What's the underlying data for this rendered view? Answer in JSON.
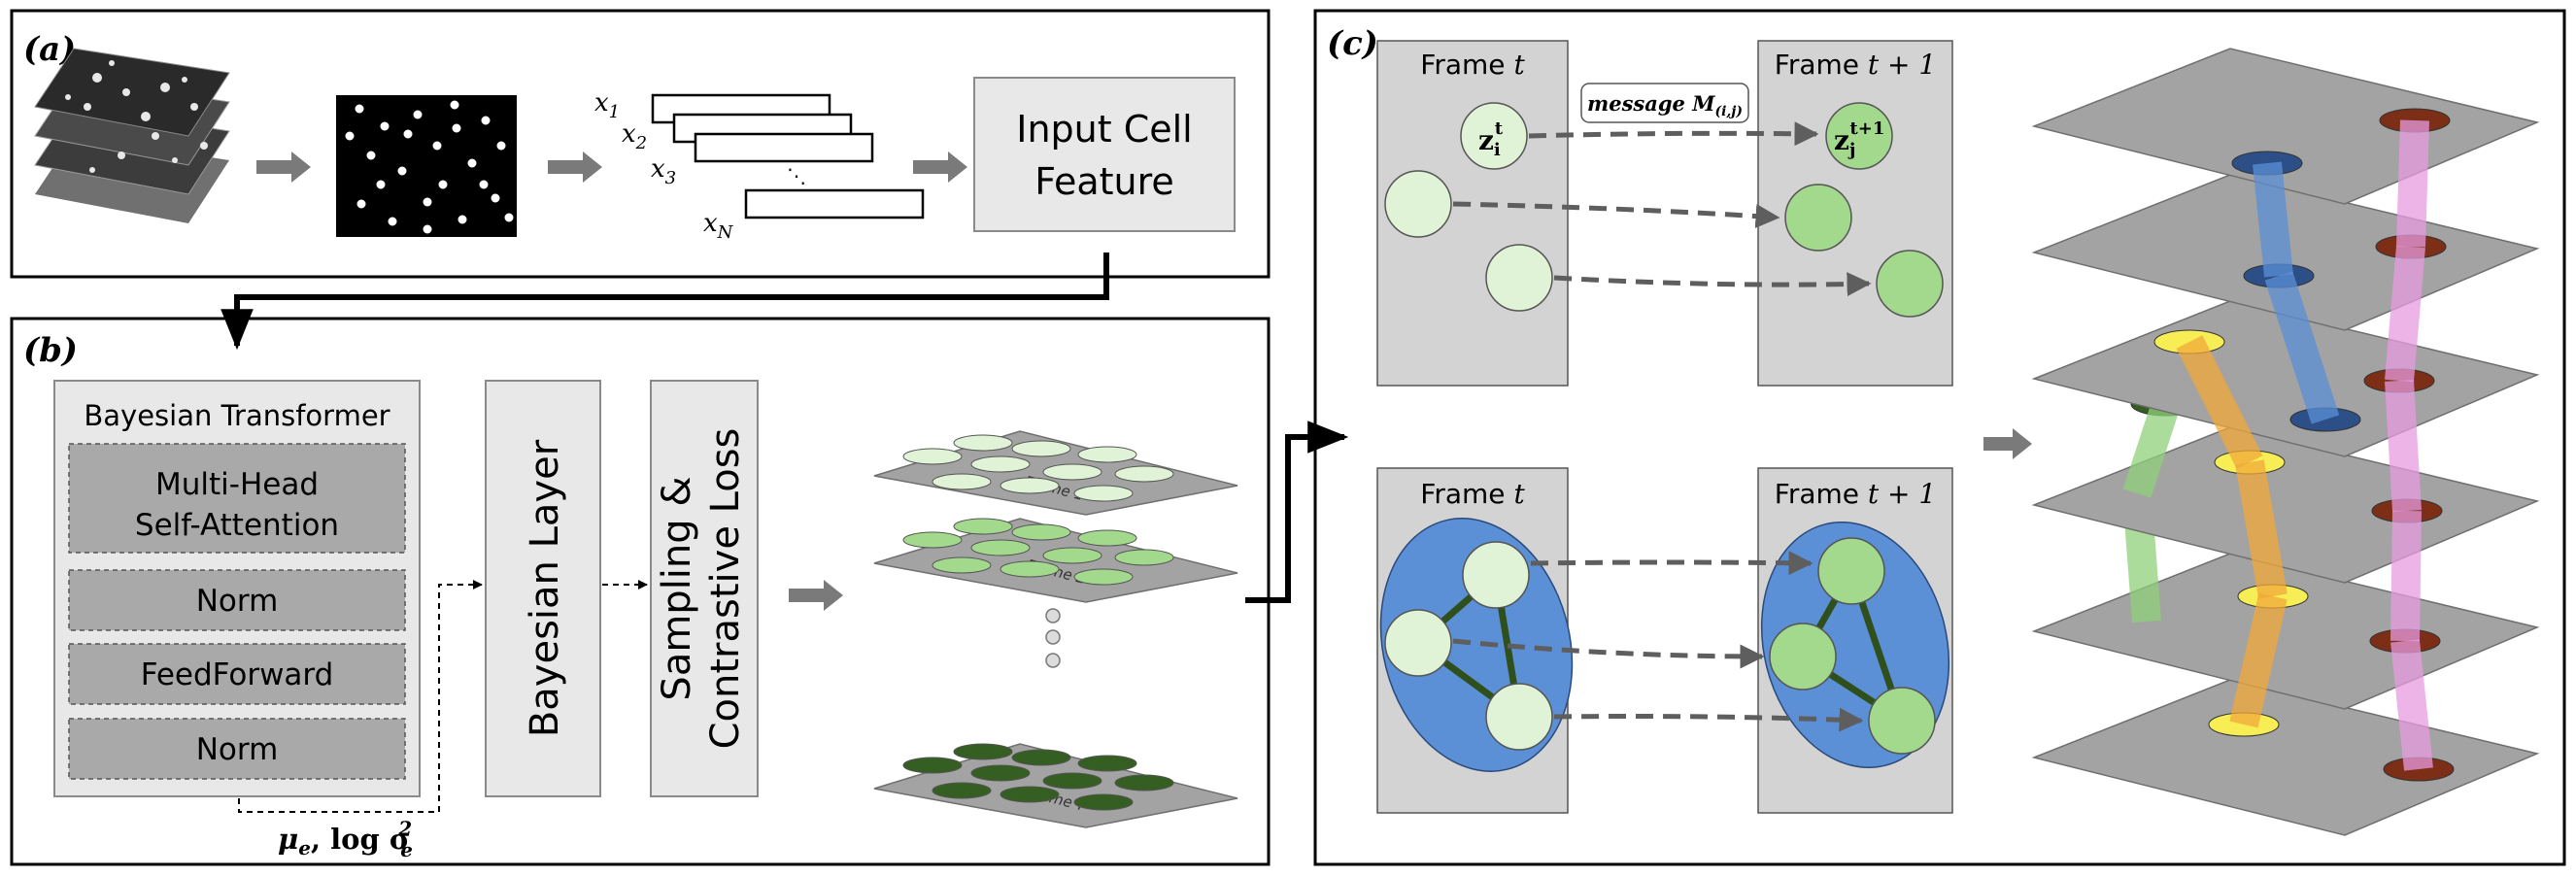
{
  "panel_a": {
    "label": "(a)",
    "seq": [
      "x",
      "x",
      "x",
      "x"
    ],
    "seq_sub": [
      "1",
      "2",
      "3",
      "N"
    ],
    "dots": "⋱",
    "feature_line1": "Input Cell",
    "feature_line2": "Feature"
  },
  "panel_b": {
    "label": "(b)",
    "transformer_title": "Bayesian Transformer",
    "mhsa_line1": "Multi-Head",
    "mhsa_line2": "Self-Attention",
    "norm1": "Norm",
    "feedforward": "FeedForward",
    "norm2": "Norm",
    "bayesian_layer": "Bayesian Layer",
    "sampling_line1": "Sampling &",
    "sampling_line2": "Contrastive Loss",
    "mu": "μ",
    "mu_sub": "e",
    "log": ", log σ",
    "sigma_sup": "2",
    "sigma_sub": "e",
    "frame_labels": [
      "Frame 1",
      "Frame 2",
      "Frame T"
    ]
  },
  "panel_c": {
    "label": "(c)",
    "frame_t": "Frame ",
    "frame_t_var": "t",
    "frame_t1": "Frame ",
    "frame_t1_var": "t + 1",
    "zi": "z",
    "zi_sub": "i",
    "zi_sup": "t",
    "zj": "z",
    "zj_sub": "j",
    "zj_sup": "t+1",
    "message": "message ",
    "message_M": "M",
    "message_sub": "(i,j)"
  },
  "colors": {
    "panel_gray": "#d3d3d3",
    "light_green": "#e1f3d6",
    "mid_green": "#a3d98c",
    "dark_green": "#355e22",
    "graph_blue": "#5b8fd6",
    "navy": "#2b4f86",
    "yellow": "#f7ee55",
    "brown": "#7d2e16",
    "pink": "#e79be0",
    "orange": "#f0a83a"
  }
}
